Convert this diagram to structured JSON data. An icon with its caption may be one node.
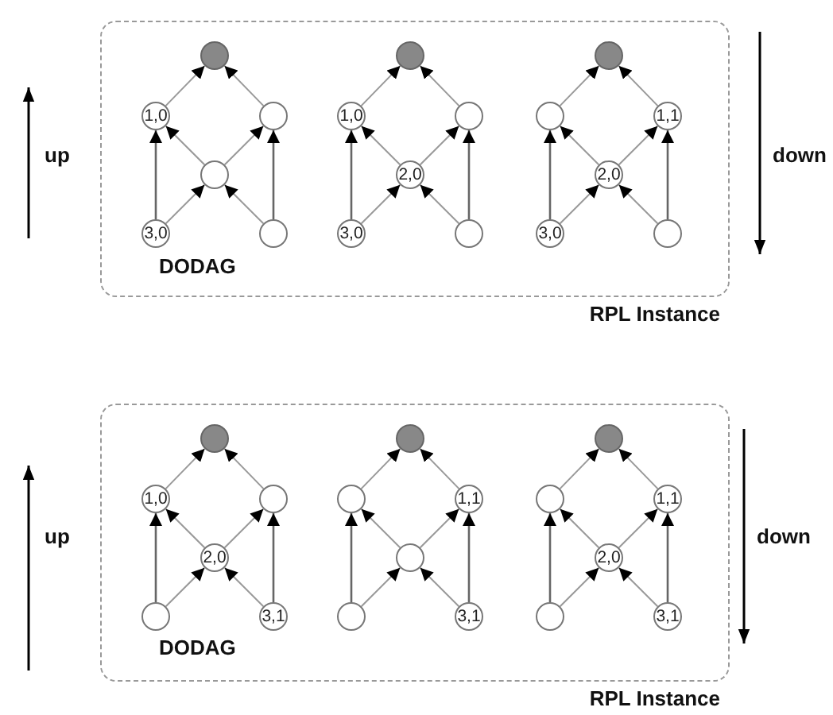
{
  "diagram": {
    "nodes": [
      {
        "text": [
          "RPL Instance"
        ]
      },
      {
        "text": [],
        "shape": "circle",
        "in": 0
      },
      {
        "text": [
          "1,0"
        ],
        "in": 0
      },
      {
        "text": [],
        "shape": "circle",
        "in": 0
      },
      {
        "text": [],
        "shape": "circle",
        "in": 0
      },
      {
        "text": [
          "3,0"
        ],
        "in": 0
      },
      {
        "text": [],
        "shape": "circle",
        "in": 0
      },
      {
        "text": [],
        "shape": "circle",
        "in": 0
      },
      {
        "text": [
          "1,0"
        ],
        "in": 0
      },
      {
        "text": [],
        "shape": "circle",
        "in": 0
      },
      {
        "text": [
          "2,0"
        ],
        "in": 0
      },
      {
        "text": [
          "3,0"
        ],
        "in": 0
      },
      {
        "text": [],
        "shape": "circle",
        "in": 0
      },
      {
        "text": [],
        "shape": "circle",
        "in": 0
      },
      {
        "text": [],
        "shape": "circle",
        "in": 0
      },
      {
        "text": [
          "1,1"
        ],
        "in": 0
      },
      {
        "text": [
          "2,0"
        ],
        "in": 0
      },
      {
        "text": [
          "3,0"
        ],
        "in": 0
      },
      {
        "text": [],
        "shape": "circle",
        "in": 0
      },
      {
        "text": [
          "RPL Instance"
        ]
      },
      {
        "text": [],
        "shape": "circle",
        "in": 19
      },
      {
        "text": [
          "1,0"
        ],
        "in": 19
      },
      {
        "text": [],
        "shape": "circle",
        "in": 19
      },
      {
        "text": [
          "2,0"
        ],
        "in": 19
      },
      {
        "text": [],
        "shape": "circle",
        "in": 19
      },
      {
        "text": [
          "3,1"
        ],
        "in": 19
      },
      {
        "text": [],
        "shape": "circle",
        "in": 19
      },
      {
        "text": [],
        "shape": "circle",
        "in": 19
      },
      {
        "text": [
          "1,1"
        ],
        "in": 19
      },
      {
        "text": [],
        "shape": "circle",
        "in": 19
      },
      {
        "text": [],
        "shape": "circle",
        "in": 19
      },
      {
        "text": [
          "3,1"
        ],
        "in": 19
      },
      {
        "text": [],
        "shape": "circle",
        "in": 19
      },
      {
        "text": [],
        "shape": "circle",
        "in": 19
      },
      {
        "text": [
          "1,1"
        ],
        "in": 19
      },
      {
        "text": [
          "2,0"
        ],
        "in": 19
      },
      {
        "text": [],
        "shape": "circle",
        "in": 19
      },
      {
        "text": [
          "3,1"
        ],
        "in": 19
      }
    ],
    "edges": [
      {
        "from": 2,
        "to": 1,
        "arrow": "to"
      },
      {
        "from": 3,
        "to": 1,
        "arrow": "to"
      },
      {
        "from": 4,
        "to": 2,
        "arrow": "to"
      },
      {
        "from": 4,
        "to": 3,
        "arrow": "to"
      },
      {
        "from": 5,
        "to": 2,
        "arrow": "to"
      },
      {
        "from": 5,
        "to": 4,
        "arrow": "to"
      },
      {
        "from": 6,
        "to": 4,
        "arrow": "to"
      },
      {
        "from": 6,
        "to": 3,
        "arrow": "to"
      },
      {
        "from": 8,
        "to": 7,
        "arrow": "to"
      },
      {
        "from": 9,
        "to": 7,
        "arrow": "to"
      },
      {
        "from": 10,
        "to": 8,
        "arrow": "to"
      },
      {
        "from": 10,
        "to": 9,
        "arrow": "to"
      },
      {
        "from": 11,
        "to": 8,
        "arrow": "to"
      },
      {
        "from": 11,
        "to": 10,
        "arrow": "to"
      },
      {
        "from": 12,
        "to": 10,
        "arrow": "to"
      },
      {
        "from": 12,
        "to": 9,
        "arrow": "to"
      },
      {
        "from": 14,
        "to": 13,
        "arrow": "to"
      },
      {
        "from": 15,
        "to": 13,
        "arrow": "to"
      },
      {
        "from": 16,
        "to": 14,
        "arrow": "to"
      },
      {
        "from": 16,
        "to": 15,
        "arrow": "to"
      },
      {
        "from": 17,
        "to": 14,
        "arrow": "to"
      },
      {
        "from": 17,
        "to": 16,
        "arrow": "to"
      },
      {
        "from": 18,
        "to": 16,
        "arrow": "to"
      },
      {
        "from": 18,
        "to": 15,
        "arrow": "to"
      },
      {
        "from": 21,
        "to": 20,
        "arrow": "to"
      },
      {
        "from": 22,
        "to": 20,
        "arrow": "to"
      },
      {
        "from": 23,
        "to": 21,
        "arrow": "to"
      },
      {
        "from": 23,
        "to": 22,
        "arrow": "to"
      },
      {
        "from": 24,
        "to": 21,
        "arrow": "to"
      },
      {
        "from": 24,
        "to": 23,
        "arrow": "to"
      },
      {
        "from": 25,
        "to": 23,
        "arrow": "to"
      },
      {
        "from": 25,
        "to": 22,
        "arrow": "to"
      },
      {
        "from": 27,
        "to": 26,
        "arrow": "to"
      },
      {
        "from": 28,
        "to": 26,
        "arrow": "to"
      },
      {
        "from": 29,
        "to": 27,
        "arrow": "to"
      },
      {
        "from": 29,
        "to": 28,
        "arrow": "to"
      },
      {
        "from": 30,
        "to": 27,
        "arrow": "to"
      },
      {
        "from": 30,
        "to": 29,
        "arrow": "to"
      },
      {
        "from": 31,
        "to": 29,
        "arrow": "to"
      },
      {
        "from": 31,
        "to": 28,
        "arrow": "to"
      },
      {
        "from": 33,
        "to": 32,
        "arrow": "to"
      },
      {
        "from": 34,
        "to": 32,
        "arrow": "to"
      },
      {
        "from": 35,
        "to": 33,
        "arrow": "to"
      },
      {
        "from": 35,
        "to": 34,
        "arrow": "to"
      },
      {
        "from": 36,
        "to": 33,
        "arrow": "to"
      },
      {
        "from": 36,
        "to": 35,
        "arrow": "to"
      },
      {
        "from": 37,
        "to": 35,
        "arrow": "to"
      },
      {
        "from": 37,
        "to": 34,
        "arrow": "to"
      }
    ],
    "labels": [
      "up",
      "down",
      "DODAG",
      "up",
      "down",
      "DODAG"
    ]
  }
}
